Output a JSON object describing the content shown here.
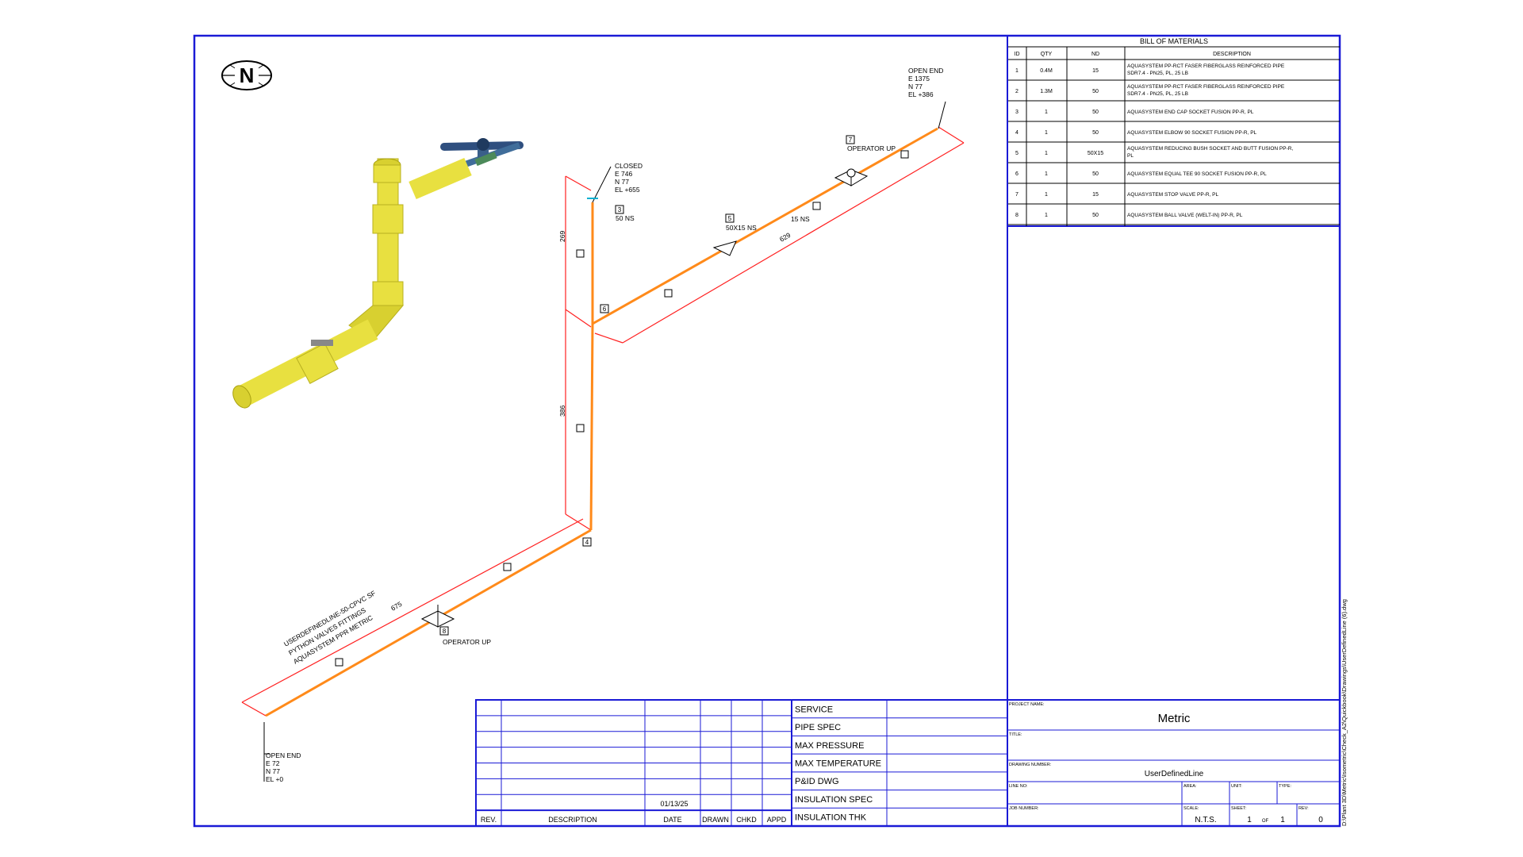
{
  "bom": {
    "title": "BILL OF MATERIALS",
    "headers": [
      "ID",
      "QTY",
      "ND",
      "DESCRIPTION"
    ],
    "rows": [
      {
        "id": "1",
        "qty": "0.4M",
        "nd": "15",
        "desc1": "AQUASYSTEM PP-RCT FASER FIBERGLASS REINFORCED PIPE",
        "desc2": "SDR7.4 - PN25, PL, 25 LB"
      },
      {
        "id": "2",
        "qty": "1.3M",
        "nd": "50",
        "desc1": "AQUASYSTEM PP-RCT FASER FIBERGLASS REINFORCED PIPE",
        "desc2": "SDR7.4 - PN25, PL, 25 LB"
      },
      {
        "id": "3",
        "qty": "1",
        "nd": "50",
        "desc1": "AQUASYSTEM END CAP SOCKET FUSION PP-R, PL",
        "desc2": ""
      },
      {
        "id": "4",
        "qty": "1",
        "nd": "50",
        "desc1": "AQUASYSTEM ELBOW 90 SOCKET FUSION PP-R, PL",
        "desc2": ""
      },
      {
        "id": "5",
        "qty": "1",
        "nd": "50X15",
        "desc1": "AQUASYSTEM REDUCING BUSH SOCKET AND BUTT FUSION PP-R,",
        "desc2": "PL"
      },
      {
        "id": "6",
        "qty": "1",
        "nd": "50",
        "desc1": "AQUASYSTEM EQUAL TEE 90 SOCKET FUSION PP-R, PL",
        "desc2": ""
      },
      {
        "id": "7",
        "qty": "1",
        "nd": "15",
        "desc1": "AQUASYSTEM STOP VALVE PP-R, PL",
        "desc2": ""
      },
      {
        "id": "8",
        "qty": "1",
        "nd": "50",
        "desc1": "AQUASYSTEM BALL VALVE (WELT-IN) PP-R, PL",
        "desc2": ""
      }
    ]
  },
  "north": "N",
  "iso_labels": {
    "open_end_top": [
      "OPEN END",
      "E 1375",
      "N 77",
      "EL +386"
    ],
    "closed": [
      "CLOSED",
      "E 746",
      "N 77",
      "EL +655"
    ],
    "open_end_bottom": [
      "OPEN END",
      "E 72",
      "N 77",
      "EL +0"
    ],
    "operator_up": "OPERATOR UP",
    "size_50ns": "50 NS",
    "size_50x15": "50X15 NS",
    "size_15ns": "15 NS",
    "dim_269": "269",
    "dim_629": "629",
    "dim_386": "386",
    "dim_675": "675",
    "callout_3": "3",
    "callout_5": "5",
    "callout_6": "6",
    "callout_4": "4",
    "callout_7": "7",
    "callout_8": "8",
    "line_note": [
      "USERDEFINEDLINE-50-CPVC SF",
      "PYTHON VALVES FITTINGS",
      "AQUASYSTEM PPR METRIC"
    ]
  },
  "revision_block": {
    "date_value": "01/13/25",
    "headers": [
      "REV.",
      "DESCRIPTION",
      "DATE",
      "DRAWN",
      "CHKD",
      "APPD"
    ]
  },
  "service_block": [
    "SERVICE",
    "PIPE SPEC",
    "MAX PRESSURE",
    "MAX TEMPERATURE",
    "P&ID DWG",
    "INSULATION SPEC",
    "INSULATION THK"
  ],
  "title_block": {
    "project_name_label": "PROJECT NAME:",
    "project_name": "Metric",
    "title_label": "TITLE:",
    "drawing_number_label": "DRAWING NUMBER:",
    "drawing_number": "UserDefinedLine",
    "line_no_label": "LINE NO:",
    "area_label": "AREA:",
    "unit_label": "UNIT:",
    "type_label": "TYPE:",
    "job_number_label": "JOB NUMBER:",
    "scale_label": "SCALE:",
    "scale": "N.T.S.",
    "sheet_label": "SHEET:",
    "sheet_num": "1",
    "sheet_of": "OF",
    "sheet_total": "1",
    "rev_label": "REV:",
    "rev": "0"
  },
  "file_path": "D:\\Plant 3D\\Metric\\Isometric\\Check_A2\\Quickbook\\Drawings\\UserDefinedLine (6).dwg",
  "colors": {
    "border": "#1a1ad6",
    "pipe": "#ff8a1a",
    "dimension": "#ff2020",
    "model": "#e8e040"
  }
}
